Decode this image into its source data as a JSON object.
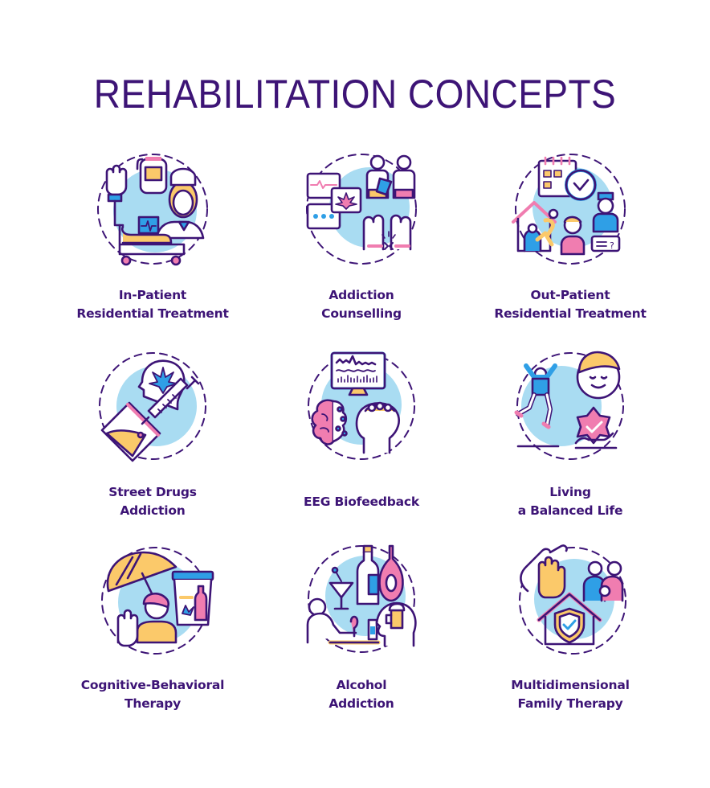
{
  "title": "REHABILITATION CONCEPTS",
  "colors": {
    "title": "#3d1476",
    "outline": "#3d1476",
    "blue_circle": "#a9dcf2",
    "blue": "#2f9fe6",
    "yellow": "#fbc96a",
    "pink": "#f07db0",
    "white": "#ffffff"
  },
  "concepts": [
    {
      "icon": "hospital-bed-nurse-icon",
      "lines": [
        "In-Patient",
        "Residential Treatment"
      ]
    },
    {
      "icon": "counselling-chat-hands-icon",
      "lines": [
        "Addiction",
        "Counselling"
      ]
    },
    {
      "icon": "calendar-clock-house-doctor-icon",
      "lines": [
        "Out-Patient",
        "Residential Treatment"
      ]
    },
    {
      "icon": "drugs-syringe-head-icon",
      "lines": [
        "Street Drugs",
        "Addiction"
      ]
    },
    {
      "icon": "eeg-monitor-brain-icon",
      "lines": [
        "EEG Biofeedback"
      ]
    },
    {
      "icon": "happy-jumping-person-icon",
      "lines": [
        "Living",
        "a Balanced Life"
      ]
    },
    {
      "icon": "umbrella-stop-hand-icon",
      "lines": [
        "Cognitive-Behavioral",
        "Therapy"
      ]
    },
    {
      "icon": "alcohol-bottles-glass-icon",
      "lines": [
        "Alcohol",
        "Addiction"
      ]
    },
    {
      "icon": "family-hands-house-shield-icon",
      "lines": [
        "Multidimensional",
        "Family Therapy"
      ]
    }
  ]
}
